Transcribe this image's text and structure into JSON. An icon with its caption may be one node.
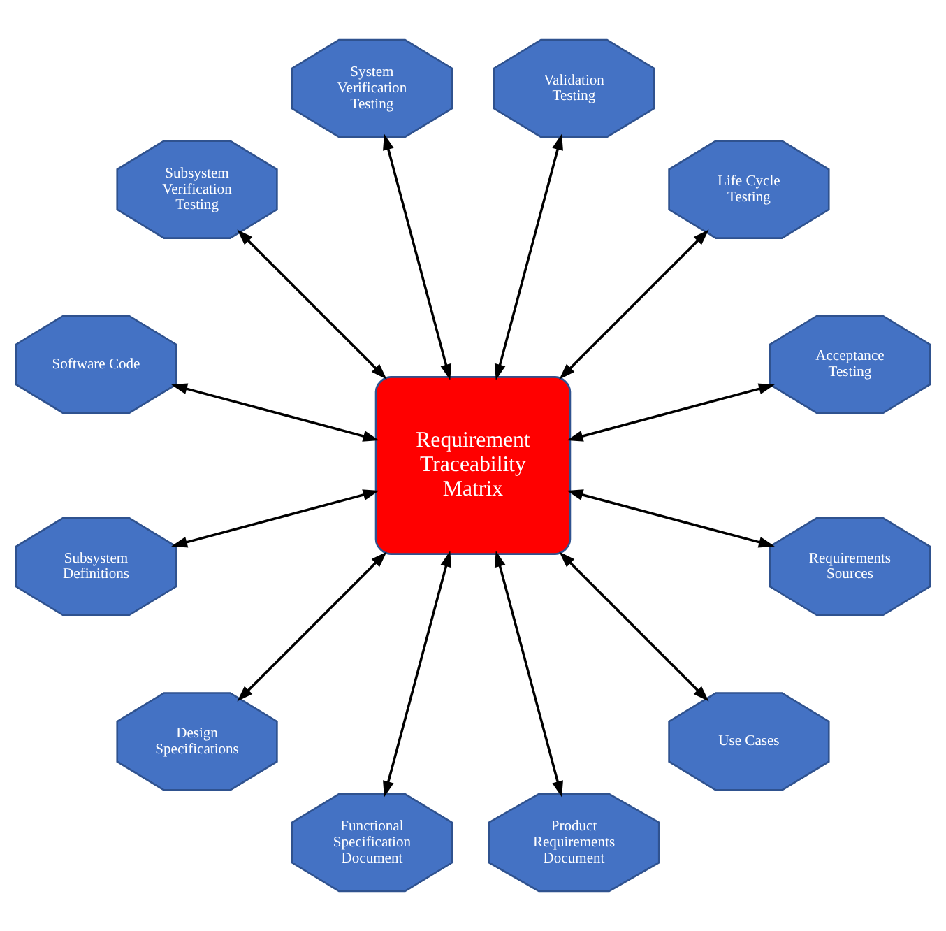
{
  "diagram": {
    "nodes": [
      {
        "text": [
          "Requirement Traceability Matrix"
        ]
      },
      {
        "text": [
          "Acceptance Testing"
        ]
      },
      {
        "text": [
          "Life Cycle Testing"
        ]
      },
      {
        "text": [
          "Validation Testing"
        ]
      },
      {
        "text": [
          "System Verification Testing"
        ]
      },
      {
        "text": [
          "Subsystem Verification Testing"
        ]
      },
      {
        "text": [
          "Software Code"
        ]
      },
      {
        "text": [
          "Subsystem Definitions"
        ]
      },
      {
        "text": [
          "Design Specifications"
        ]
      },
      {
        "text": [
          "Functional Specification Document"
        ]
      },
      {
        "text": [
          "Product Requirements Document"
        ]
      },
      {
        "text": [
          "Use Cases"
        ]
      },
      {
        "text": [
          "Requirements Sources"
        ]
      }
    ],
    "edges": [
      {
        "from": 0,
        "to": 1,
        "arrow": "both"
      },
      {
        "from": 0,
        "to": 2,
        "arrow": "both"
      },
      {
        "from": 0,
        "to": 3,
        "arrow": "both"
      },
      {
        "from": 0,
        "to": 4,
        "arrow": "both"
      },
      {
        "from": 0,
        "to": 5,
        "arrow": "both"
      },
      {
        "from": 0,
        "to": 6,
        "arrow": "both"
      },
      {
        "from": 0,
        "to": 7,
        "arrow": "both"
      },
      {
        "from": 0,
        "to": 8,
        "arrow": "both"
      },
      {
        "from": 0,
        "to": 9,
        "arrow": "both"
      },
      {
        "from": 0,
        "to": 10,
        "arrow": "both"
      },
      {
        "from": 0,
        "to": 11,
        "arrow": "both"
      },
      {
        "from": 0,
        "to": 12,
        "arrow": "both"
      }
    ]
  }
}
